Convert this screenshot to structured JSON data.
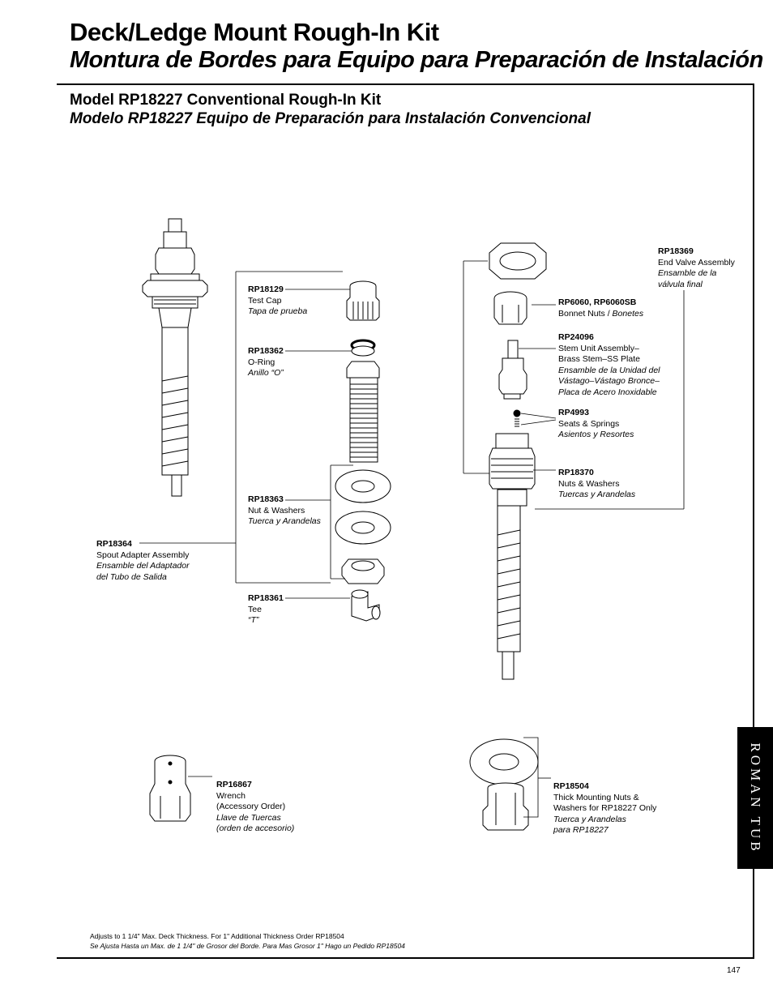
{
  "header": {
    "title": "Deck/Ledge Mount Rough-In Kit",
    "title_es": "Montura de Bordes para Equipo para Preparación de Instalación"
  },
  "model": {
    "title": "Model RP18227 Conventional Rough-In Kit",
    "title_es": "Modelo RP18227 Equipo de Preparación para Instalación Convencional"
  },
  "parts": {
    "rp18129": {
      "pn": "RP18129",
      "en": "Test Cap",
      "es": "Tapa de prueba"
    },
    "rp18362": {
      "pn": "RP18362",
      "en": "O-Ring",
      "es": "Anillo “O”"
    },
    "rp18363": {
      "pn": "RP18363",
      "en": "Nut & Washers",
      "es": "Tuerca y Arandelas"
    },
    "rp18364": {
      "pn": "RP18364",
      "en": "Spout Adapter Assembly",
      "es1": "Ensamble del Adaptador",
      "es2": "del Tubo de Salida"
    },
    "rp18361": {
      "pn": "RP18361",
      "en": "Tee",
      "es": "“T”"
    },
    "rp18369": {
      "pn": "RP18369",
      "en": "End Valve Assembly",
      "es1": "Ensamble de la",
      "es2": "válvula final"
    },
    "rp6060": {
      "pn": "RP6060, RP6060SB",
      "en": "Bonnet Nuts  / ",
      "es": "Bonetes"
    },
    "rp24096": {
      "pn": "RP24096",
      "en1": "Stem Unit Assembly–",
      "en2": "Brass Stem–SS Plate",
      "es1": "Ensamble de la Unidad del",
      "es2": "Vástago–Vástago Bronce–",
      "es3": "Placa de Acero Inoxidable"
    },
    "rp4993": {
      "pn": "RP4993",
      "en": "Seats & Springs",
      "es": "Asientos y Resortes"
    },
    "rp18370": {
      "pn": "RP18370",
      "en": "Nuts & Washers",
      "es": "Tuercas y Arandelas"
    },
    "rp16867": {
      "pn": "RP16867",
      "en1": "Wrench",
      "en2": "(Accessory Order)",
      "es1": "Llave de Tuercas",
      "es2": "(orden de accesorio)"
    },
    "rp18504": {
      "pn": "RP18504",
      "en1": "Thick Mounting Nuts &",
      "en2": "Washers for RP18227 Only",
      "es1": "Tuerca y Arandelas",
      "es2": "para RP18227"
    }
  },
  "side_tab": "ROMAN TUB",
  "footnote": {
    "en": "Adjusts to 1 1/4\" Max. Deck Thickness. For 1\" Additional Thickness Order RP18504",
    "es": "Se Ajusta Hasta un Max. de 1 1/4\" de Grosor del Borde. Para Mas Grosor 1\" Hago un Pedido RP18504"
  },
  "page_number": "147"
}
